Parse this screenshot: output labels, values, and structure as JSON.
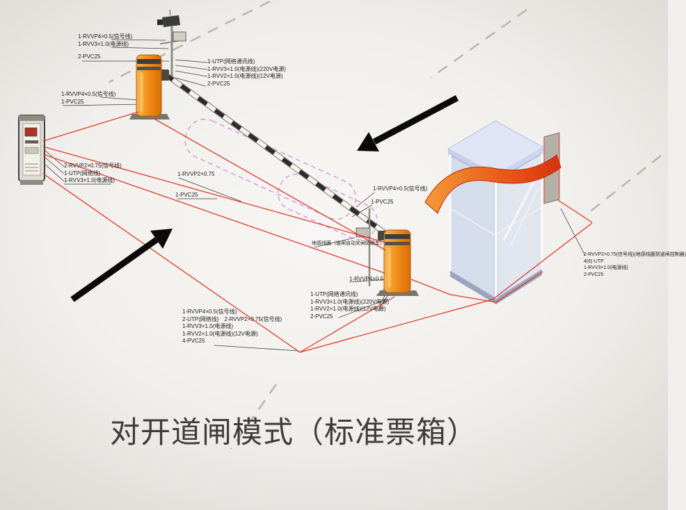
{
  "title": "对开道闸模式（标准票箱）",
  "labels": {
    "camera": [
      "1-RVVP4×0.5(信号线)",
      "1-RVV3×1.0(电源线)",
      "2-PVC25"
    ],
    "gate1": [
      "1-RVVP4×0.5(信号线)",
      "1-PVC25"
    ],
    "arm_top": [
      "1-UTP(网络通讯线)",
      "1-RVV3×1.0(电源线)(220V电源)",
      "1-RVV2×1.0(电源线)(12V电源)",
      "2-PVC25"
    ],
    "ticket": [
      "2-RVVP2×0.75(信号线)",
      "1-UTP(网络线)",
      "1-RVV3×1.0(电源线)"
    ],
    "mid1": "1-RVVP2×0.75",
    "mid2": "1-PVC25",
    "rightmid1": "1-RVVP4×0.5(信号线)",
    "rightmid2": "1-PVC25",
    "loop_note": "地感线圈（道闸自动关闸防砸车）",
    "gate2_top": "1-RVVP4×0.5",
    "gate2": [
      "1-UTP(网络通讯线)",
      "1-RVV3×1.0(电源线)(220V电源)",
      "1-RVV2×1.0(电源线)(12V电源)",
      "2-PVC25"
    ],
    "bottom": [
      "1-RVVP4×0.5(信号线)",
      "2-UTP(网络线)",
      "2-RVVP2×0.75(信号线)",
      "1-RVV3×1.0(电源线)",
      "1-RVV2×1.0(电源线)(12V电源)",
      "4-PVC25"
    ],
    "right": [
      "2-RVVP2×0.75(信号线)(地感线圈到道闸控制器)",
      "4(6)-UTP",
      "1-RVV3×1.0(电源线)",
      "2-PVC25"
    ]
  },
  "colors": {
    "gate_orange": "#f08c18",
    "wire_red": "#e0392a",
    "awning_red": "#e4450f",
    "booth_blue": "#ccd7ef",
    "loop_magenta": "#d89ad8",
    "arrow_black": "#0a0a0a",
    "title_gray": "#3d3d3d"
  }
}
